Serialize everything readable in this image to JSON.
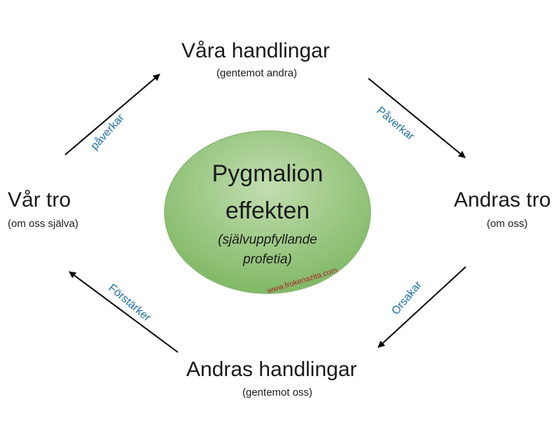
{
  "center": {
    "title_line1": "Pygmalion",
    "title_line2": "effekten",
    "sub_line1": "(självuppfyllande",
    "sub_line2": "profetia)"
  },
  "nodes": {
    "top": {
      "title": "Våra handlingar",
      "sub": "(gentemot andra)"
    },
    "right": {
      "title": "Andras tro",
      "sub": "(om oss)"
    },
    "bottom": {
      "title": "Andras handlingar",
      "sub": "(gentemot oss)"
    },
    "left": {
      "title": "Vår tro",
      "sub": "(om oss själva)"
    }
  },
  "arrows": {
    "left_to_top": "påverkar",
    "top_to_right": "Påverkar",
    "right_to_bottom": "Orsakar",
    "bottom_to_left": "Förstärker"
  },
  "watermark": "www.frokenazita.com",
  "colors": {
    "ellipse_fill_light": "#b7d7a0",
    "ellipse_fill_dark": "#7bb65f",
    "ellipse_stroke": "#8ab872",
    "arrow_label": "#1f6fa5",
    "watermark": "#b0202a"
  }
}
